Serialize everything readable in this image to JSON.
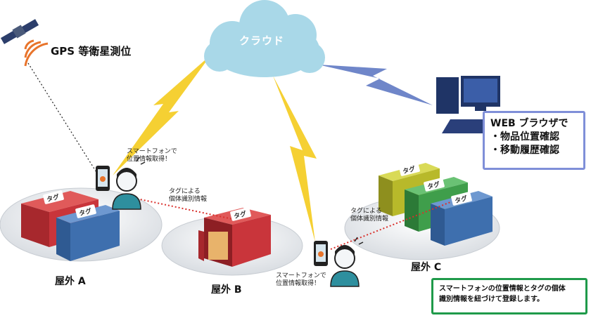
{
  "gps_label": "GPS 等衛星測位",
  "cloud_label": "クラウド",
  "tag_label": "タグ",
  "phone_a_text": [
    "スマートフォンで",
    "位置情報取得！"
  ],
  "phone_b_text": [
    "スマートフォンで",
    "位置情報取得！"
  ],
  "tag_info_a": [
    "タグによる",
    "個体識別情報"
  ],
  "tag_info_c": [
    "タグによる",
    "個体識別情報"
  ],
  "locations": {
    "a": "屋外 A",
    "b": "屋外 B",
    "c": "屋外 C"
  },
  "web_box": {
    "line1": "WEB ブラウザで",
    "line2": "・物品位置確認",
    "line3": "・移動履歴確認"
  },
  "note_box": {
    "line1": "スマートフォンの位置情報とタグの個体",
    "line2": "識別情報を紐づけて登録します。"
  },
  "colors": {
    "cloud": "#a9d8e8",
    "lightning": "#f5d033",
    "lightning_blue": "#6f86c9",
    "container_red": "#c9353b",
    "container_blue": "#3e6fae",
    "container_yellow": "#b8b92a",
    "container_green": "#3f9e4b",
    "web_border": "#7f8fd8",
    "note_border": "#1f9a4a",
    "link_dots": "#d9302c"
  }
}
